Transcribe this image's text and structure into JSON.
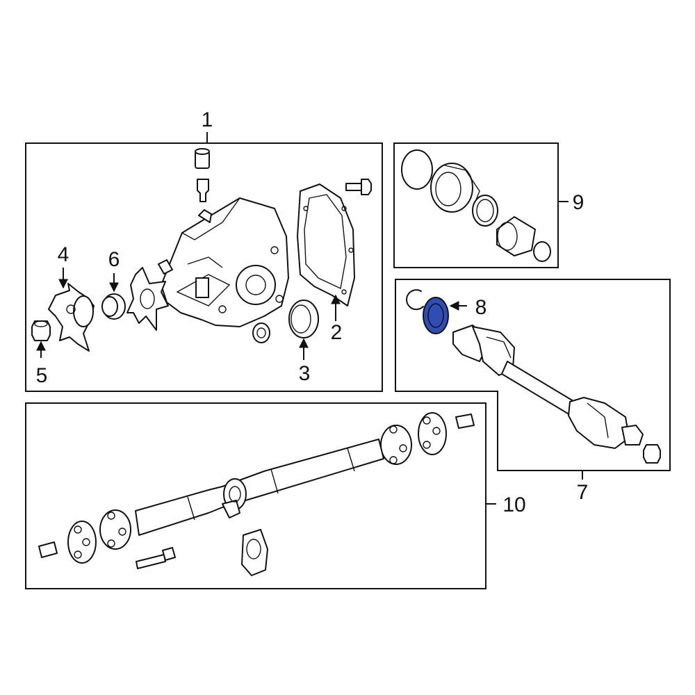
{
  "colors": {
    "highlight": "#2f4db4",
    "line": "#111111",
    "background": "#ffffff"
  },
  "callouts": [
    {
      "id": "1",
      "text": "1"
    },
    {
      "id": "2",
      "text": "2"
    },
    {
      "id": "3",
      "text": "3"
    },
    {
      "id": "4",
      "text": "4"
    },
    {
      "id": "5",
      "text": "5"
    },
    {
      "id": "6",
      "text": "6"
    },
    {
      "id": "7",
      "text": "7"
    },
    {
      "id": "8",
      "text": "8",
      "highlighted": true
    },
    {
      "id": "9",
      "text": "9"
    },
    {
      "id": "10",
      "text": "10"
    }
  ]
}
